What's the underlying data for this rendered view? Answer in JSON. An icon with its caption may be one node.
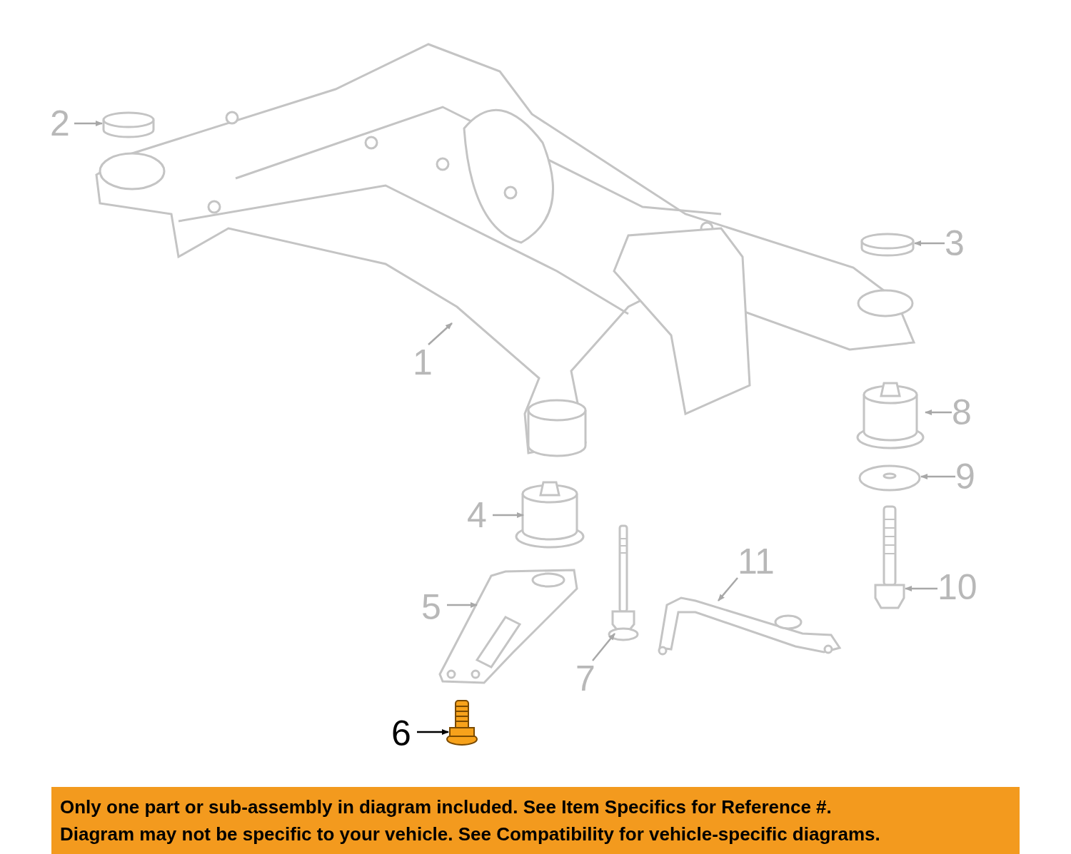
{
  "diagram": {
    "nodes": [
      {
        "text": [
          "2"
        ]
      },
      {
        "text": [],
        "shape": "cylinder"
      },
      {
        "text": [
          "3"
        ]
      },
      {
        "text": [],
        "shape": "cylinder"
      },
      {
        "text": [],
        "shape": "picture"
      },
      {
        "text": [
          "1"
        ]
      },
      {
        "text": [],
        "shape": "cylinder"
      },
      {
        "text": [
          "8"
        ]
      },
      {
        "text": [],
        "shape": "picture"
      },
      {
        "text": [
          "9"
        ]
      },
      {
        "text": [
          "4"
        ]
      },
      {
        "text": [],
        "shape": "cylinder"
      },
      {
        "text": [
          "11"
        ]
      },
      {
        "text": [],
        "shape": "picture"
      },
      {
        "text": [],
        "shape": "picture"
      },
      {
        "text": [
          "10"
        ]
      },
      {
        "text": [
          "5"
        ]
      },
      {
        "text": [],
        "shape": "picture"
      },
      {
        "text": [],
        "shape": "picture"
      },
      {
        "text": [
          "7"
        ]
      },
      {
        "text": [
          "6"
        ]
      },
      {
        "text": [],
        "shape": "picture"
      },
      {
        "text": [
          "Only one part or sub-assembly in diagram included. See Item Specifics for Reference #.",
          "Diagram may not be specific to your vehicle. See Compatibility for vehicle-specific diagrams."
        ]
      }
    ],
    "edges": [
      {
        "from": 0,
        "to": 1,
        "arrow": "to"
      },
      {
        "from": 2,
        "to": 3,
        "arrow": "to"
      },
      {
        "from": 5,
        "to": 4,
        "arrow": "to"
      },
      {
        "from": 7,
        "to": 6,
        "arrow": "to"
      },
      {
        "from": 9,
        "to": 8,
        "arrow": "to"
      },
      {
        "from": 10,
        "to": 11,
        "arrow": "to"
      },
      {
        "from": 12,
        "to": 13,
        "arrow": "to"
      },
      {
        "from": 15,
        "to": 14,
        "arrow": "to"
      },
      {
        "from": 16,
        "to": 17,
        "arrow": "to"
      },
      {
        "from": 19,
        "to": 18,
        "arrow": "to"
      },
      {
        "from": 20,
        "to": 21,
        "arrow": "to",
        "color": "#000000"
      }
    ]
  }
}
